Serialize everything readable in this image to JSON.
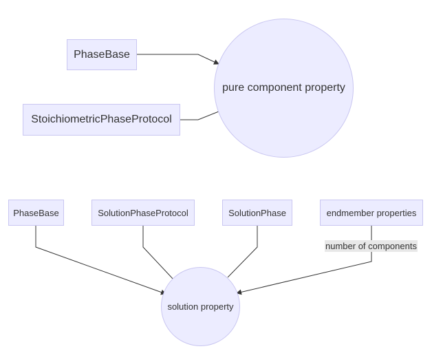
{
  "top_group": {
    "source_nodes": [
      "PhaseBase",
      "StoichiometricPhaseProtocol"
    ],
    "target_node": "pure component property"
  },
  "bottom_group": {
    "source_nodes": [
      "PhaseBase",
      "SolutionPhaseProtocol",
      "SolutionPhase",
      "endmember properties"
    ],
    "target_node": "solution property",
    "edge_label": "number of components"
  },
  "colors": {
    "node_fill": "#ececff",
    "node_border": "#c9c6f1",
    "edge": "#333333",
    "edge_label_bg": "#e8e8e8"
  }
}
